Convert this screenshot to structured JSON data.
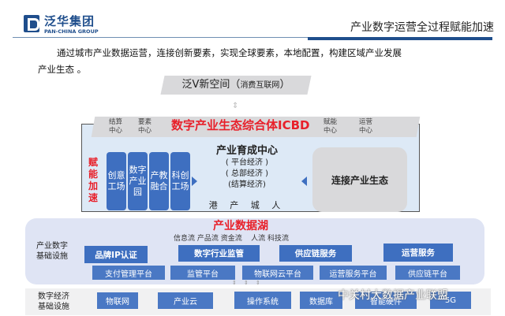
{
  "header": {
    "logo_cn": "泛华集团",
    "logo_en": "PAN-CHINA GROUP",
    "title": "产业数字运营全过程赋能加速"
  },
  "intro": {
    "line1": "通过城市产业数据运营，连接创新要素，实现全球要素，本地配置，构建区域产业发展",
    "line2": "产业生态 。"
  },
  "top_space": {
    "main": "泛V新空间（",
    "sub": "消费互联网",
    "close": "）"
  },
  "icbd": {
    "title": "数字产业生态综合体ICBD",
    "centers": [
      "结算\n中心",
      "要素\n中心",
      "赋能\n中心",
      "运营\n中心"
    ],
    "accelerate_label": "赋能加速",
    "pillars": [
      "创意工场",
      "数字产业园",
      "产教融合",
      "科创工场"
    ],
    "incubation": {
      "title": "产业育成中心",
      "items": [
        "( 平台经济 )",
        "( 总部经济 )",
        "(结算经济)"
      ],
      "footer": "港 产 城 人"
    },
    "connect": "连接产业生态"
  },
  "data_lake": {
    "title": "产业数据湖",
    "flows": "信息流 产品流 资金流    人流 科技流",
    "row_label": "产业数字\n基础设施",
    "services": [
      "品牌IP认证",
      "数字行业监管",
      "供应链服务",
      "运营服务"
    ],
    "platforms": [
      "支付管理平台",
      "监管平台",
      "物联网云平台",
      "运营服务平台",
      "供应链平台"
    ]
  },
  "digital_economy": {
    "row_label": "数字经济\n基础设施",
    "items": [
      "物联网",
      "产业云",
      "操作系统",
      "数据库",
      "智能硬件",
      "5G"
    ]
  },
  "watermark": "中关村大数据产业联盟",
  "colors": {
    "brand_blue": "#1f4e8c",
    "box_blue": "#3e6fc0",
    "accent_red": "#e8202a",
    "band_gray": "#d9d9db",
    "panel_blue": "#dde9f6",
    "lake_bg": "#dfe4f4"
  }
}
